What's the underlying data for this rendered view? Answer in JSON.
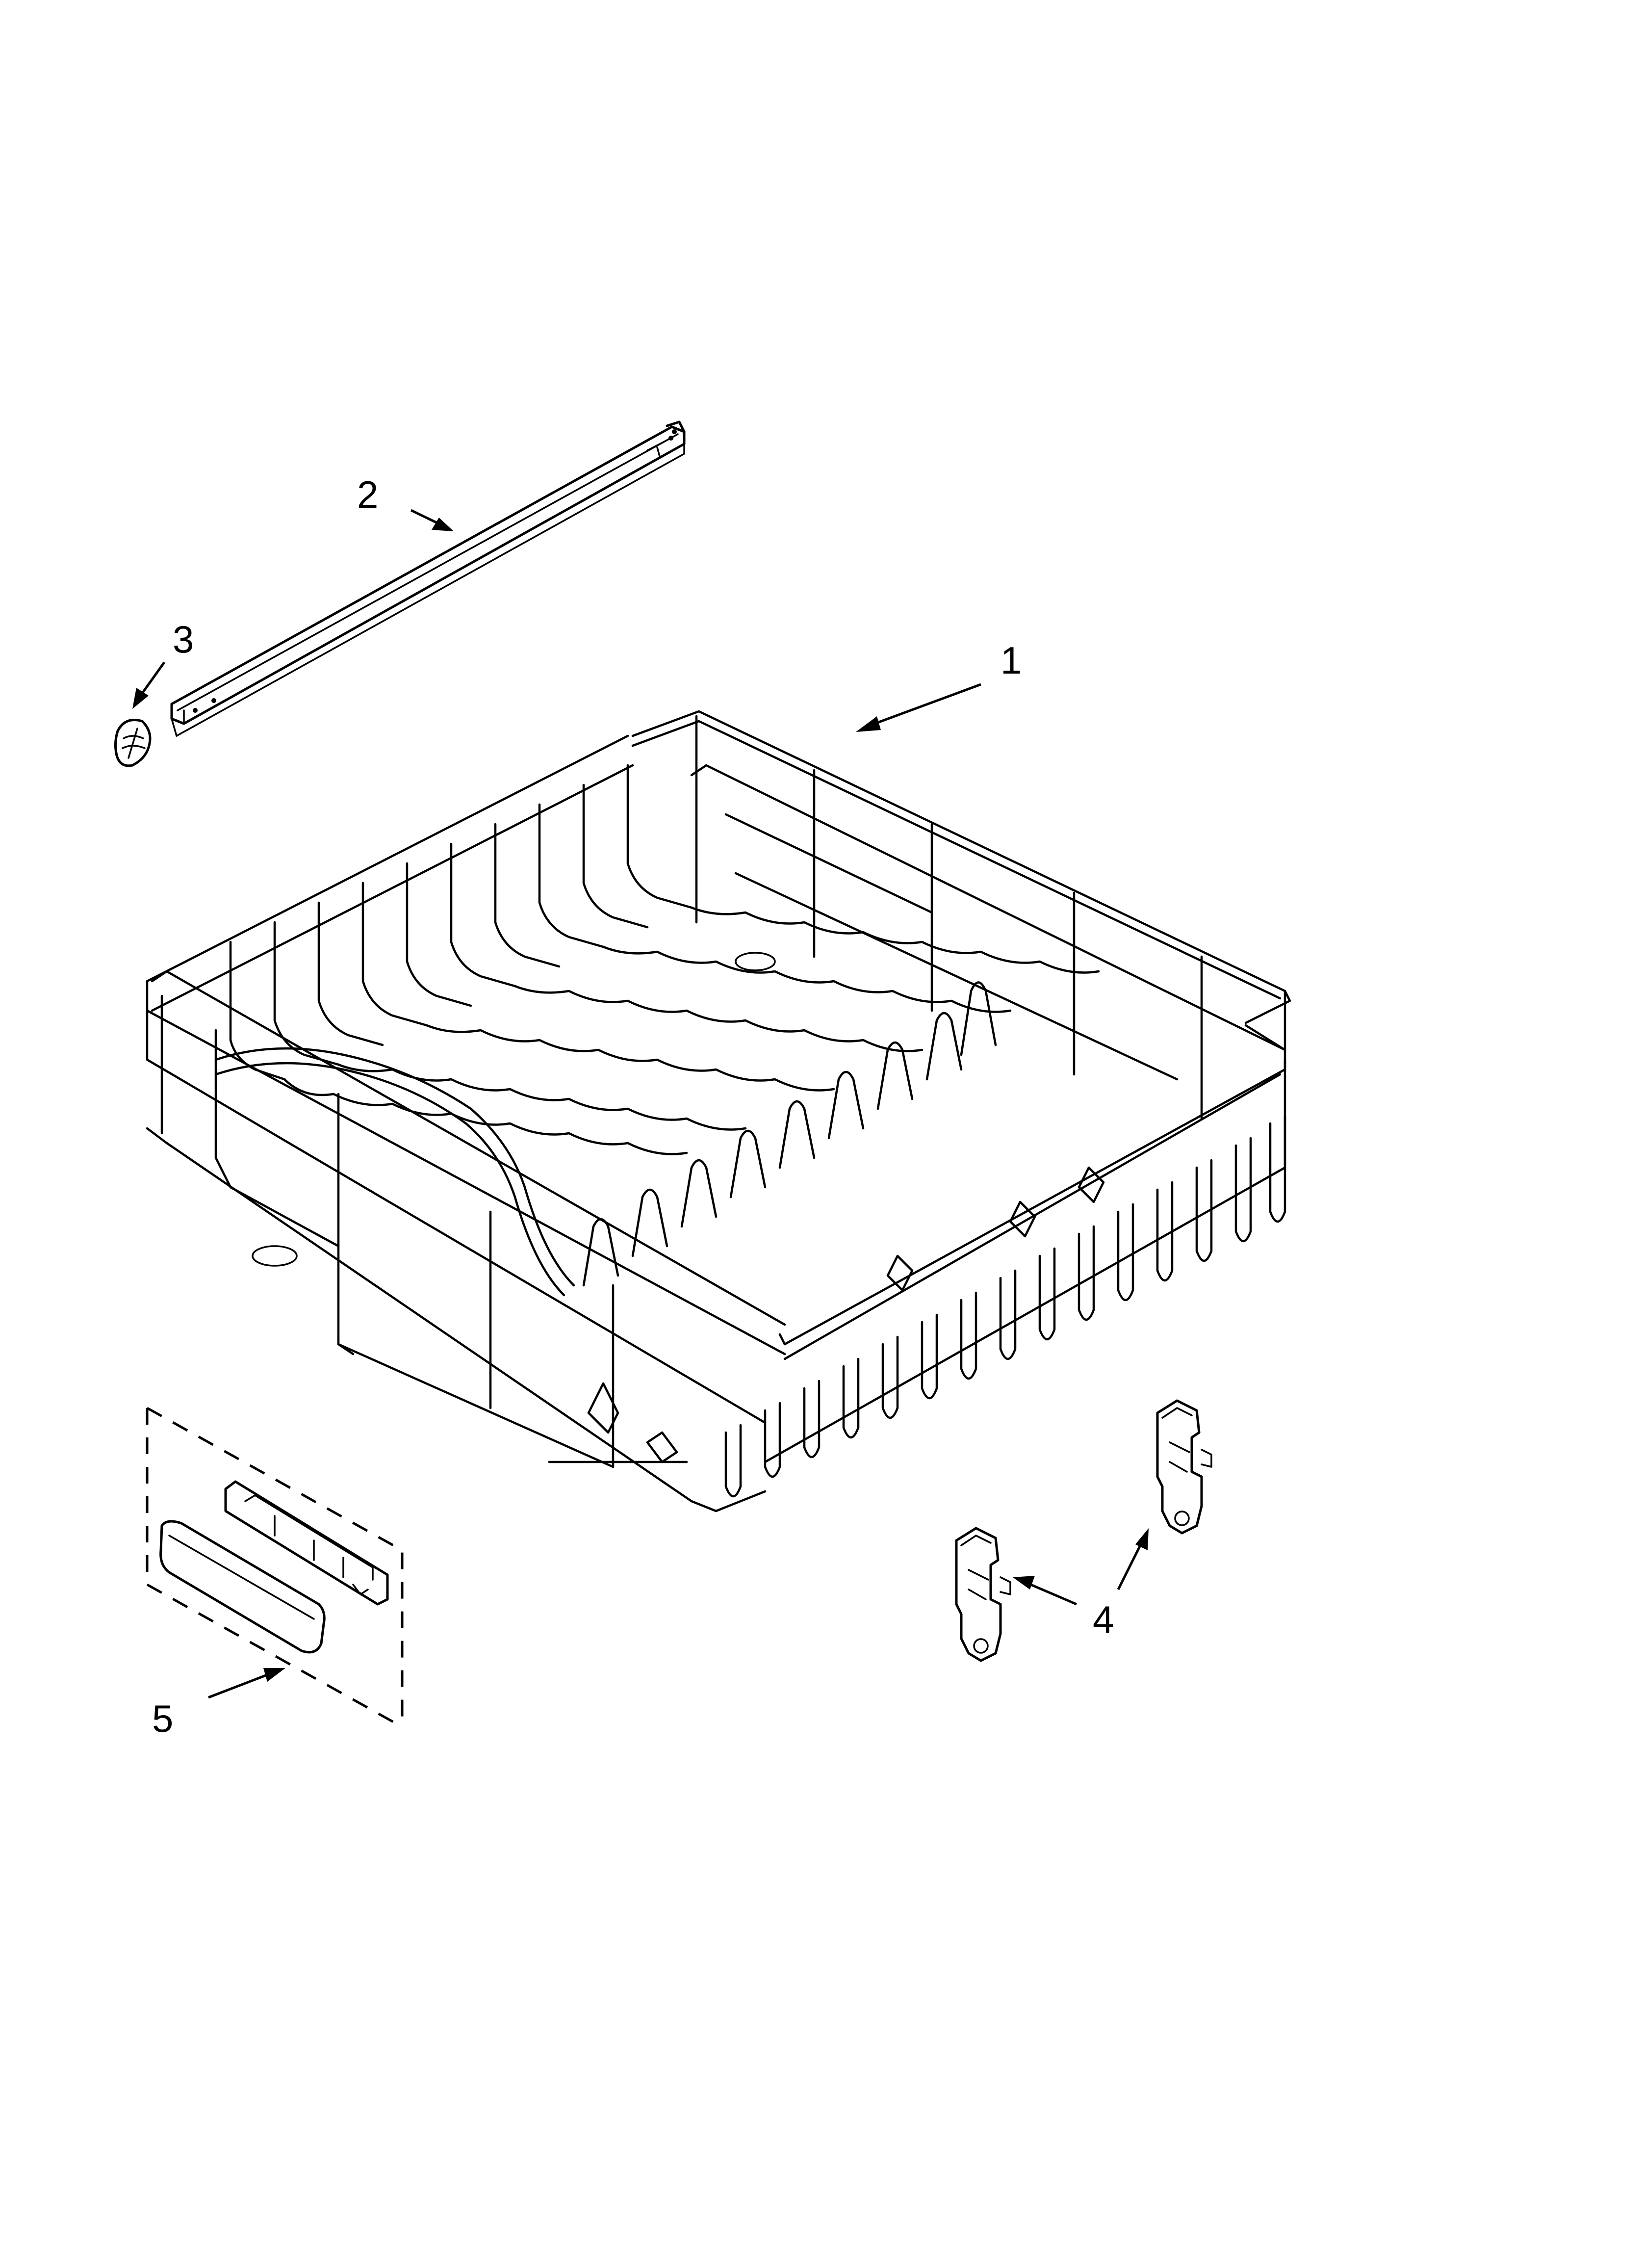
{
  "diagram": {
    "callouts": [
      {
        "id": "1",
        "label": "1"
      },
      {
        "id": "2",
        "label": "2"
      },
      {
        "id": "3",
        "label": "3"
      },
      {
        "id": "4",
        "label": "4"
      },
      {
        "id": "5",
        "label": "5"
      }
    ],
    "parts": [
      {
        "callout": "1",
        "icon": "upper-dishrack-icon"
      },
      {
        "callout": "2",
        "icon": "rack-track-rail-icon"
      },
      {
        "callout": "3",
        "icon": "track-stop-icon"
      },
      {
        "callout": "4",
        "icon": "rack-adjuster-icon"
      },
      {
        "callout": "5",
        "icon": "handle-kit-icon"
      }
    ],
    "line_color": "#000000",
    "background": "#ffffff"
  }
}
